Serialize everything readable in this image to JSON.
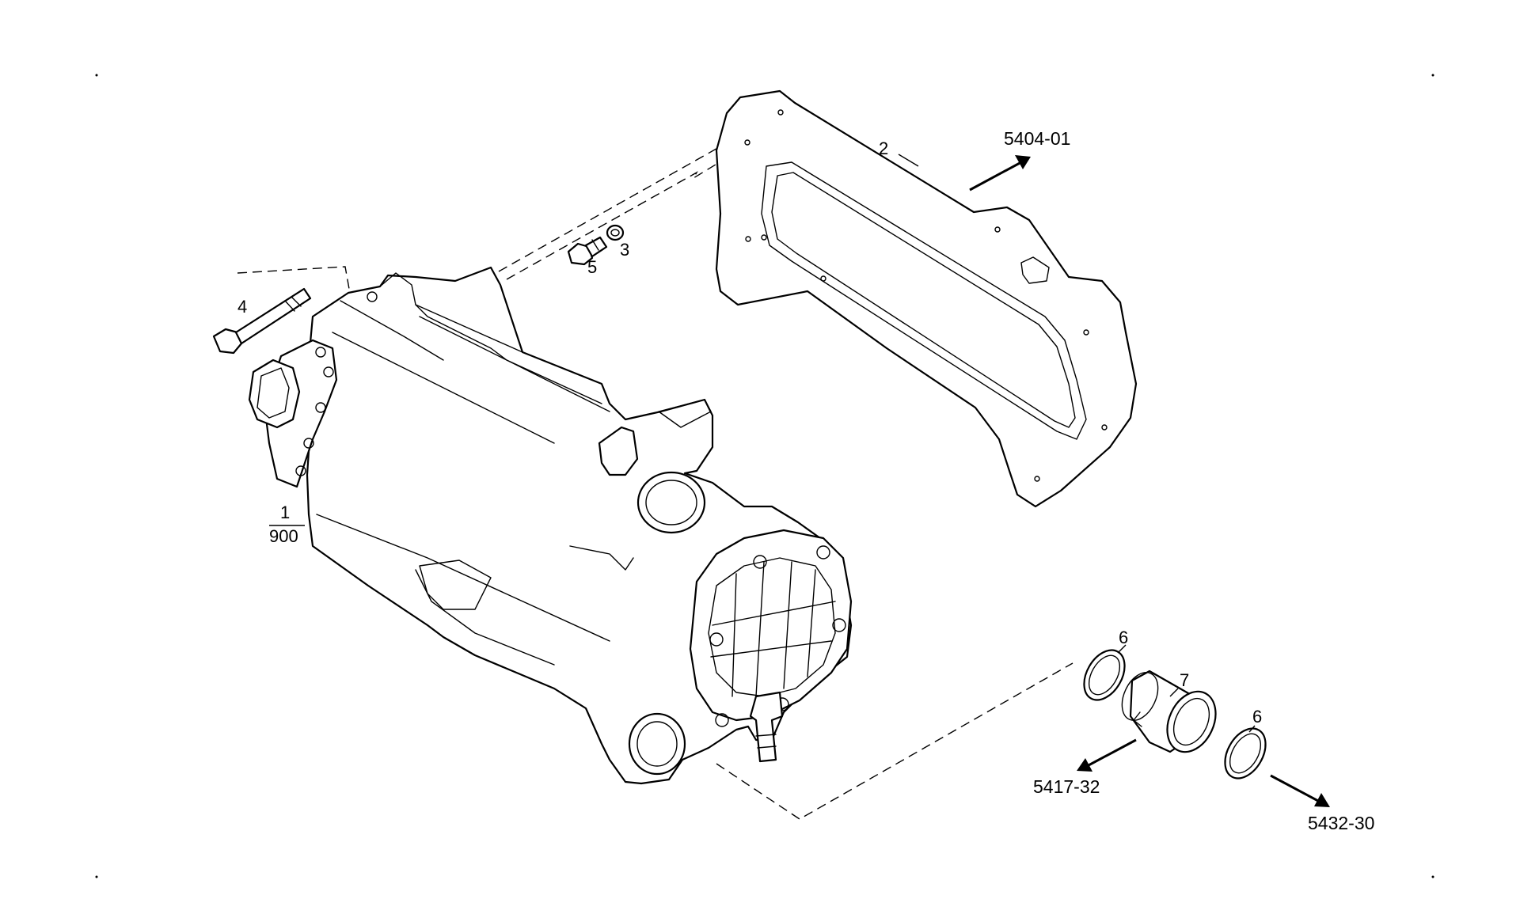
{
  "callouts": {
    "part_1": "1",
    "part_1_qty": "900",
    "part_2": "2",
    "part_3": "3",
    "part_4": "4",
    "part_5": "5",
    "part_6a": "6",
    "part_6b": "6",
    "part_7": "7"
  },
  "references": {
    "top_right": "5404-01",
    "bottom_middle": "5417-32",
    "bottom_right": "5432-30"
  },
  "colors": {
    "line": "#000000",
    "background": "#ffffff"
  }
}
